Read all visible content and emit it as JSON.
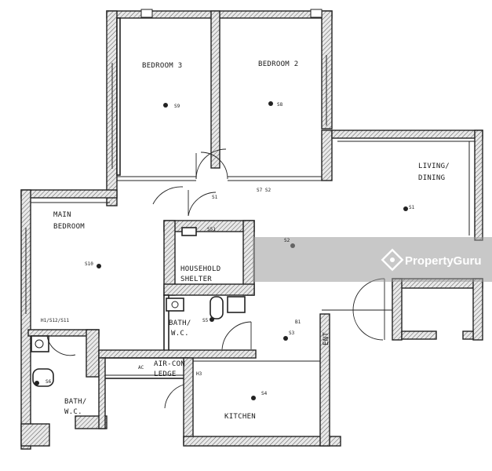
{
  "rooms": {
    "bedroom3": "BEDROOM 3",
    "bedroom2": "BEDROOM 2",
    "living_line1": "LIVING/",
    "living_line2": "DINING",
    "main_line1": "MAIN",
    "main_line2": "BEDROOM",
    "shelter_line1": "HOUSEHOLD",
    "shelter_line2": "SHELTER",
    "bath1_line1": "BATH/",
    "bath1_line2": "W.C.",
    "bath2_line1": "BATH/",
    "bath2_line2": "W.C.",
    "aircon_line1": "AIR-CON",
    "aircon_line2": "LEDGE",
    "kitchen": "KITCHEN",
    "entrance": "ENT"
  },
  "points": {
    "s9": "S9",
    "s8": "S8",
    "s1": "S1",
    "s10": "S10",
    "s2": "S2",
    "s3": "S3",
    "s4": "S4",
    "s5": "S5",
    "s6": "S6",
    "s7": "S7",
    "s51": "S51",
    "s11": "S11",
    "b1": "B1",
    "h1": "H1/S12/S11",
    "s7s2": "S7 S2",
    "ac": "AC",
    "h3": "H3"
  },
  "watermark": {
    "text": "PropertyGuru"
  },
  "colors": {
    "wall": "#222222",
    "watermark_band": "#9a9a9a"
  }
}
